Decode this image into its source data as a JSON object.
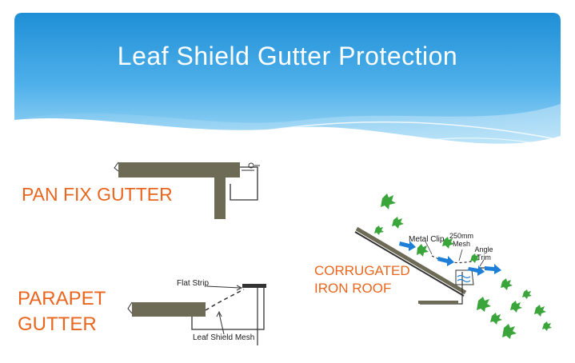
{
  "title": "Leaf Shield Gutter Protection",
  "colors": {
    "header_top": "#1f8fd6",
    "header_bottom": "#8fd0f3",
    "label_orange": "#e8661e",
    "arrow_blue": "#1e7fd8",
    "leaf_green": "#3aa53a",
    "concrete": "#6d6a55"
  },
  "labels": {
    "pan_fix": "PAN FIX GUTTER",
    "parapet_line1": "PARAPET",
    "parapet_line2": "GUTTER",
    "corrugated_line1": "CORRUGATED",
    "corrugated_line2": "IRON ROOF"
  },
  "callouts": {
    "flat_strip": "Flat Strip",
    "leaf_shield_mesh": "Leaf Shield Mesh",
    "metal_clip": "Metal Clip",
    "mesh_250_line1": "250mm",
    "mesh_250_line2": "Mesh",
    "angle_trim_line1": "Angle",
    "angle_trim_line2": "Trim"
  }
}
